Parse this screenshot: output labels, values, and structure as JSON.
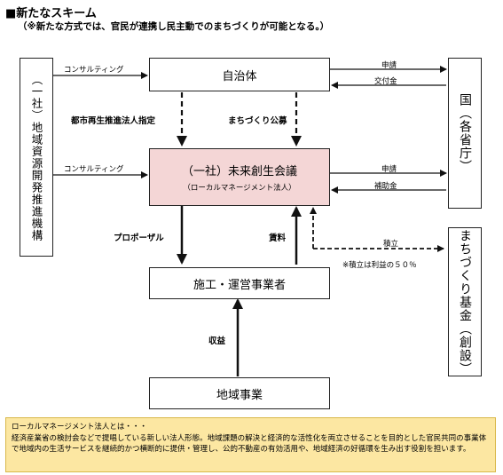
{
  "header": {
    "title": "■新たなスキーム",
    "subtitle": "（※新たな方式では、官民が連携し民主動でのまちづくりが可能となる。）"
  },
  "nodes": {
    "regional_org": "（一社）地域資源開発推進機構",
    "municipality": "自治体",
    "council_name": "（一社）未来創生会議",
    "council_sub": "（ローカルマネージメント法人）",
    "contractor": "施工・運営事業者",
    "regional_business": "地域事業",
    "nation": "国（各省庁）",
    "fund": "まちづくり基金（創設）"
  },
  "edges": {
    "consulting_1": "コンサルティング",
    "consulting_2": "コンサルティング",
    "apply_1": "申請",
    "grant": "交付金",
    "apply_2": "申請",
    "subsidy": "補助金",
    "urban_designation": "都市再生推進法人指定",
    "public_offering": "まちづくり公募",
    "proposal": "プロポーザル",
    "fee": "賃料",
    "reserve": "積立",
    "reserve_note": "※積立は利益の５０％",
    "profit": "収益"
  },
  "footer": {
    "heading": "ローカルマネージメント法人とは・・・",
    "body": "経済産業省の検討会などで提唱している新しい法人形態。地域課題の解決と経済的な活性化を両立させることを目的とした官民共同の事業体で地域内の生活サービスを継続的かつ横断的に提供・管理し、公的不動産の有効活用や、地域経済の好循環を生み出す役割を担います。"
  },
  "colors": {
    "council_fill": "#f4d6d6",
    "footer_fill": "#fce7a2"
  }
}
